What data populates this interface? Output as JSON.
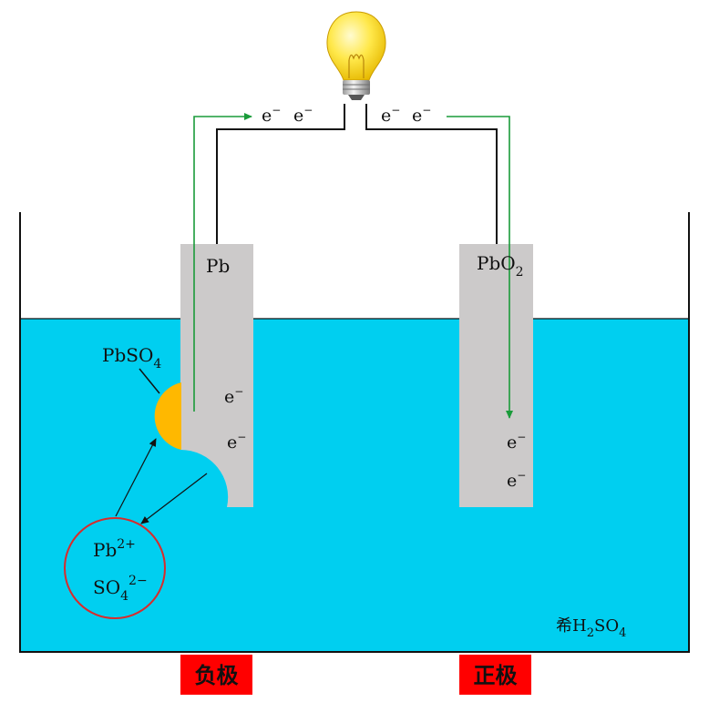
{
  "colors": {
    "electrolyte": "#00CFF0",
    "electrode": "#CCCACA",
    "pbso4": "#FFB800",
    "electron_arrow": "#1A9B3A",
    "ion_circle": "#D92B2B",
    "label_bg": "#FF0000",
    "label_text": "#ffffff",
    "wire": "#111111"
  },
  "icons": {
    "bulb": "light-bulb-icon"
  },
  "top_electrons": {
    "left": {
      "e1": "e",
      "e2": "e",
      "sup": "−"
    },
    "right": {
      "e1": "e",
      "e2": "e",
      "sup": "−"
    }
  },
  "electrodes": {
    "negative": {
      "label": "Pb",
      "electron": "e",
      "sup": "−"
    },
    "positive": {
      "label_main": "PbO",
      "label_sub": "2",
      "electron": "e",
      "sup": "−"
    }
  },
  "pbso4": {
    "main": "PbSO",
    "sub": "4"
  },
  "ions": {
    "pb": {
      "main": "Pb",
      "sup": "2+"
    },
    "so4": {
      "main": "SO",
      "sub": "4",
      "sup": "2−"
    }
  },
  "electrolyte_label": {
    "prefix": "希",
    "h": "H",
    "h_sub": "2",
    "so": "SO",
    "so_sub": "4"
  },
  "electrode_labels": {
    "negative": "负极",
    "positive": "正极"
  }
}
